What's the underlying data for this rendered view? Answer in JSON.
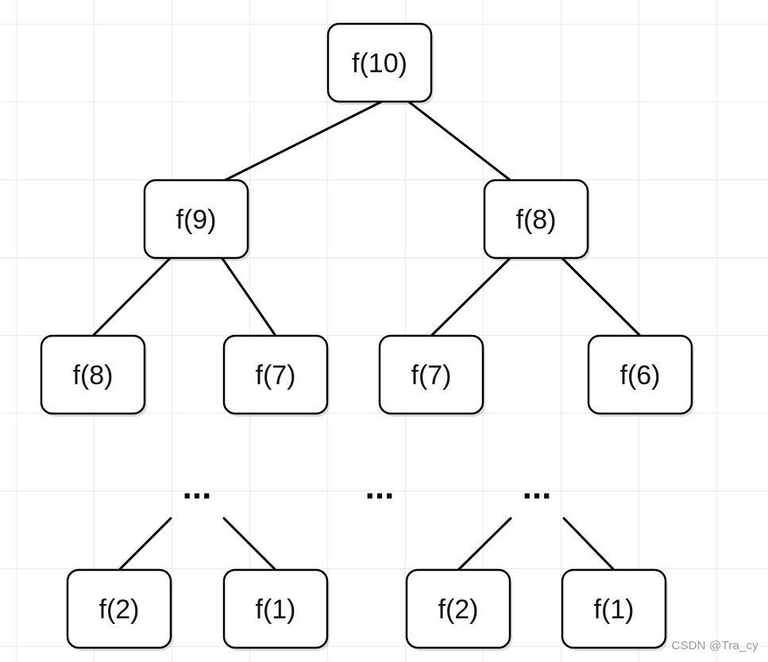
{
  "nodes": [
    {
      "id": "n10",
      "label": "f(10)"
    },
    {
      "id": "n9",
      "label": "f(9)"
    },
    {
      "id": "n8a",
      "label": "f(8)"
    },
    {
      "id": "n8b",
      "label": "f(8)"
    },
    {
      "id": "n7a",
      "label": "f(7)"
    },
    {
      "id": "n7b",
      "label": "f(7)"
    },
    {
      "id": "n6",
      "label": "f(6)"
    },
    {
      "id": "n2a",
      "label": "f(2)"
    },
    {
      "id": "n1a",
      "label": "f(1)"
    },
    {
      "id": "n2b",
      "label": "f(2)"
    },
    {
      "id": "n1b",
      "label": "f(1)"
    }
  ],
  "edges": [
    [
      "n10",
      "n9"
    ],
    [
      "n10",
      "n8a"
    ],
    [
      "n9",
      "n8b"
    ],
    [
      "n9",
      "n7a"
    ],
    [
      "n8a",
      "n7b"
    ],
    [
      "n8a",
      "n6"
    ],
    [
      "e1",
      "n2a"
    ],
    [
      "e1",
      "n1a"
    ],
    [
      "e3",
      "n2b"
    ],
    [
      "e3",
      "n1b"
    ]
  ],
  "ellipses": [
    {
      "id": "e1",
      "text": "..."
    },
    {
      "id": "e2",
      "text": "..."
    },
    {
      "id": "e3",
      "text": "..."
    }
  ],
  "watermark": "CSDN @Tra_cy"
}
